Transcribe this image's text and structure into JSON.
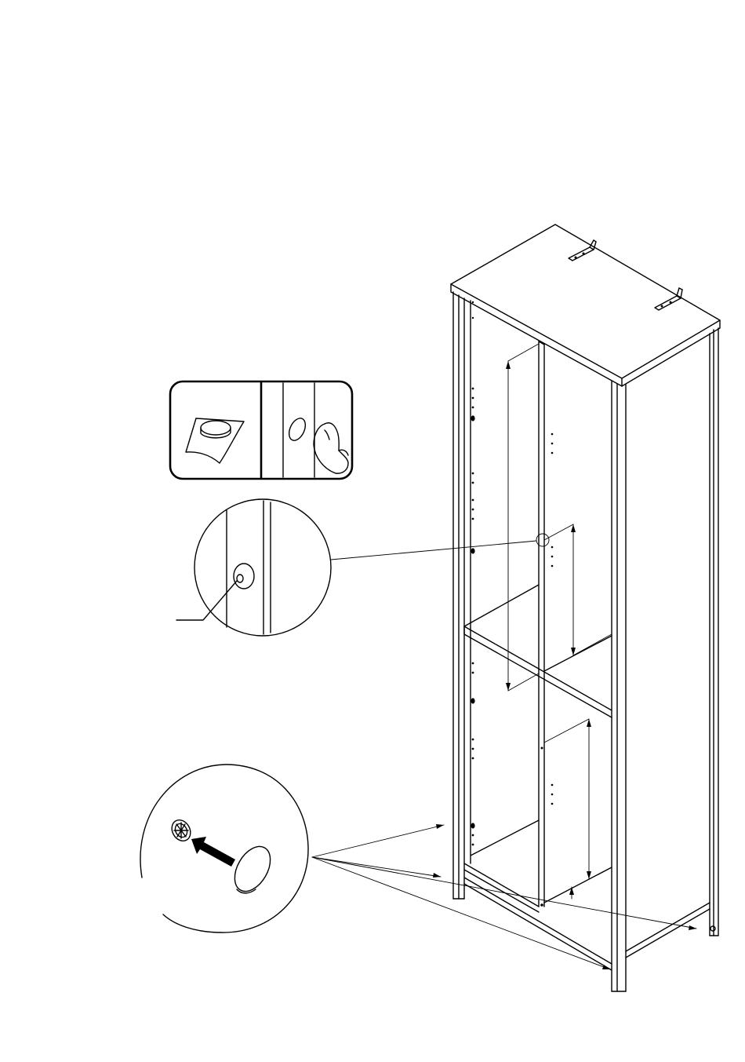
{
  "diagram": {
    "kind": "assembly-instruction",
    "text_labels": [],
    "parts": [
      "cabinet-frame",
      "top-panel",
      "wall-brackets",
      "middle-shelf",
      "bottom-shelf",
      "shelf-support-pins",
      "screw-cover-caps"
    ],
    "insets": [
      "peel-adhesive-cap-detail",
      "press-cap-detail",
      "shelf-pin-cap-zoom",
      "leg-plug-insert-zoom"
    ],
    "colors": {
      "line": "#000000",
      "background": "#ffffff"
    }
  }
}
